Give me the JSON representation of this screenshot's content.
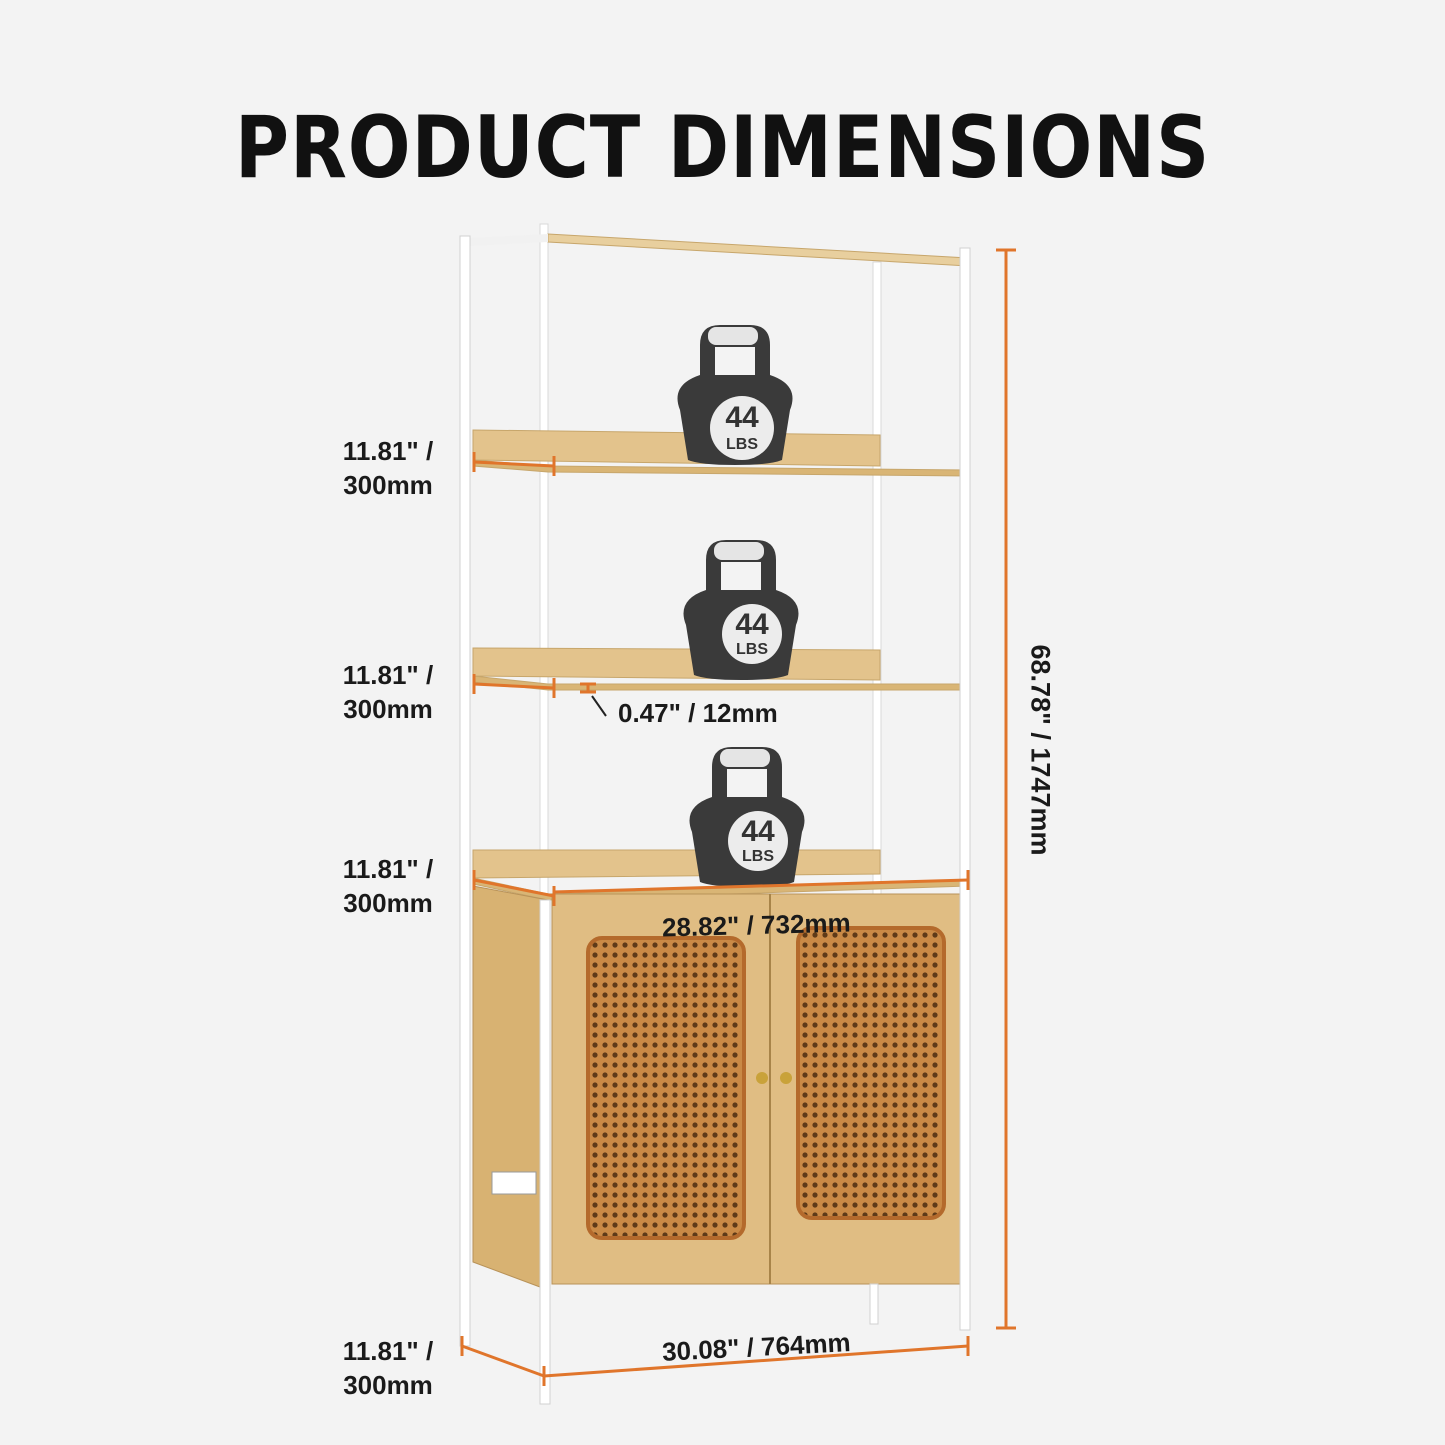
{
  "title": "PRODUCT DIMENSIONS",
  "dimensions": {
    "shelf_depth_1": [
      "11.81\" /",
      "300mm"
    ],
    "shelf_depth_2": [
      "11.81\" /",
      "300mm"
    ],
    "shelf_depth_3": [
      "11.81\" /",
      "300mm"
    ],
    "base_depth": [
      "11.81\" /",
      "300mm"
    ],
    "shelf_thickness": "0.47\" / 12mm",
    "inner_width": "28.82\" / 732mm",
    "outer_width": "30.08\" / 764mm",
    "height": "68.78\" / 1747mm"
  },
  "kettlebell": {
    "weight": "44",
    "unit": "LBS"
  },
  "colors": {
    "accent": "#e0752b",
    "wood": "#e3c38c",
    "frame": "#ffffff",
    "rattan": "#c98a46",
    "kettlebell": "#3a3a3a"
  }
}
